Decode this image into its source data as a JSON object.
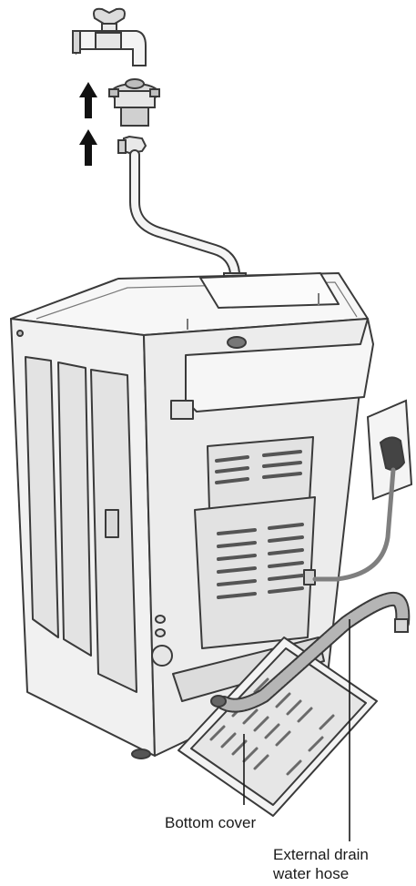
{
  "labels": {
    "bottom_cover": "Bottom cover",
    "drain_hose_line1": "External drain",
    "drain_hose_line2": "water hose"
  },
  "icons": {
    "faucet": "water-tap-icon",
    "adapter": "inlet-adapter-icon",
    "arrow_up": "arrow-up-icon",
    "arrow_down": "arrow-down-icon",
    "outlet": "power-outlet-icon",
    "plug": "power-plug-icon"
  },
  "colors": {
    "line": "#3a3a3a",
    "body": "#f2f2f2",
    "shade": "#d9d9d9",
    "arrow": "#111111",
    "hose": "#9a9a9a"
  }
}
